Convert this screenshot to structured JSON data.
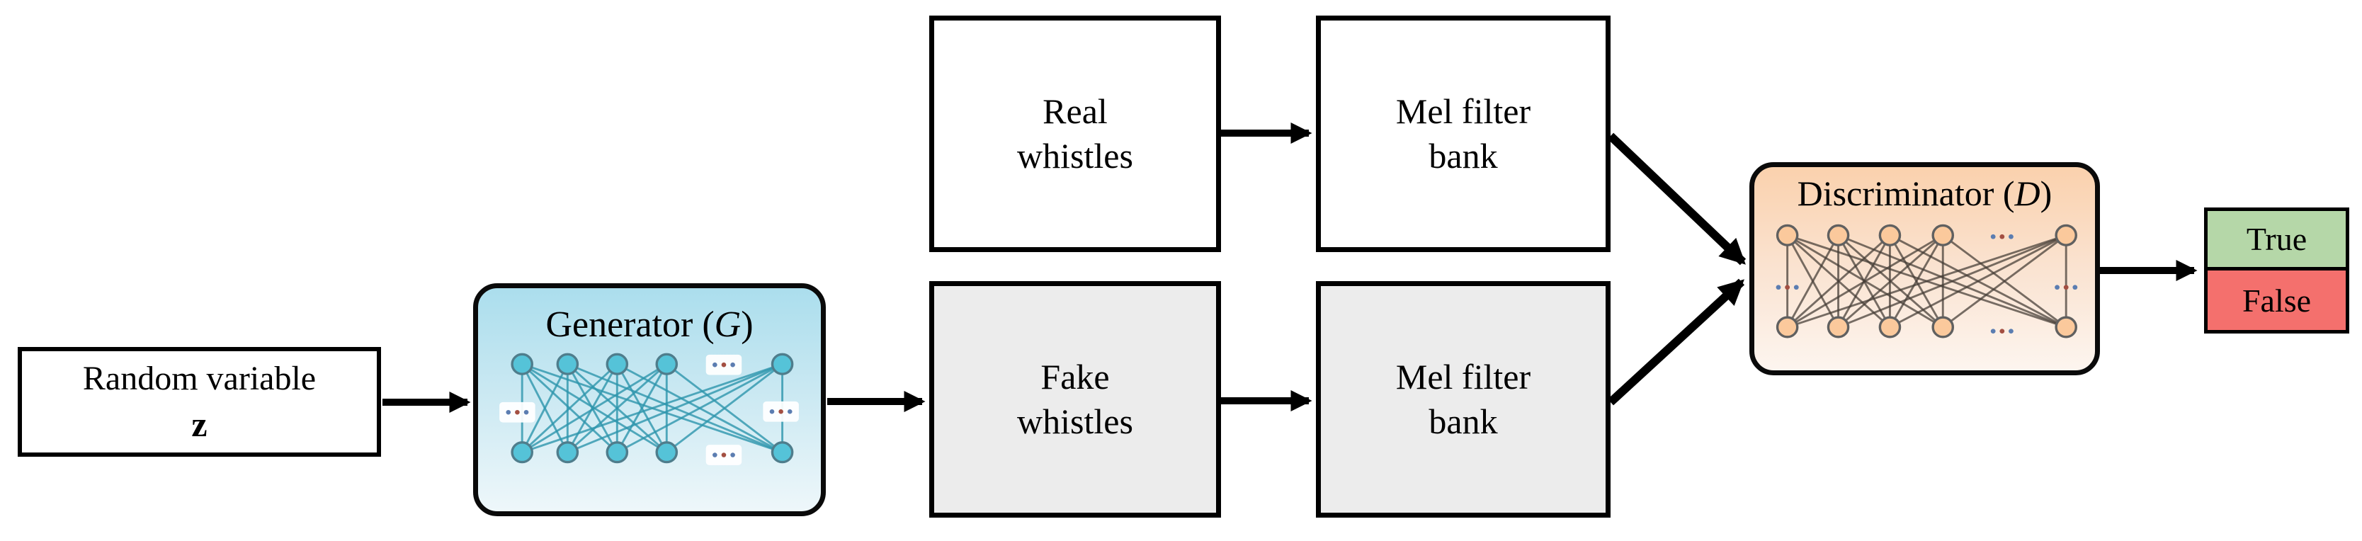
{
  "colors": {
    "white_box_bg": "#ffffff",
    "gray_box_bg": "#ececec",
    "box_border": "#000000",
    "arrow": "#000000",
    "generator_grad_top": "#abdeed",
    "generator_grad_mid": "#c9e8f2",
    "generator_grad_bottom": "#eef7fa",
    "generator_node": "#55c3d8",
    "generator_node_border": "#4f7d8c",
    "generator_line": "#2e96ad",
    "discriminator_grad_top": "#fad1ad",
    "discriminator_grad_mid": "#fae3d1",
    "discriminator_grad_bottom": "#fdf5ef",
    "discriminator_node": "#fbc99c",
    "discriminator_node_border": "#606060",
    "discriminator_line": "#443c35",
    "true_bg": "#b5d7a8",
    "false_bg": "#f4706d",
    "dot_blue": "#5b7db1",
    "dot_red": "#a34f42"
  },
  "random_variable": {
    "line1": "Random variable",
    "line2": "z"
  },
  "generator": {
    "title_pre": "Generator (",
    "title_var": "G",
    "title_post": ")",
    "ellipsis": "..."
  },
  "real_whistles": {
    "line1": "Real",
    "line2": "whistles"
  },
  "mel_filter_top": {
    "line1": "Mel filter",
    "line2": "bank"
  },
  "fake_whistles": {
    "line1": "Fake",
    "line2": "whistles"
  },
  "mel_filter_bottom": {
    "line1": "Mel filter",
    "line2": "bank"
  },
  "discriminator": {
    "title_pre": "Discriminator (",
    "title_var": "D",
    "title_post": ")",
    "ellipsis": "..."
  },
  "outputs": {
    "true_label": "True",
    "false_label": "False"
  }
}
